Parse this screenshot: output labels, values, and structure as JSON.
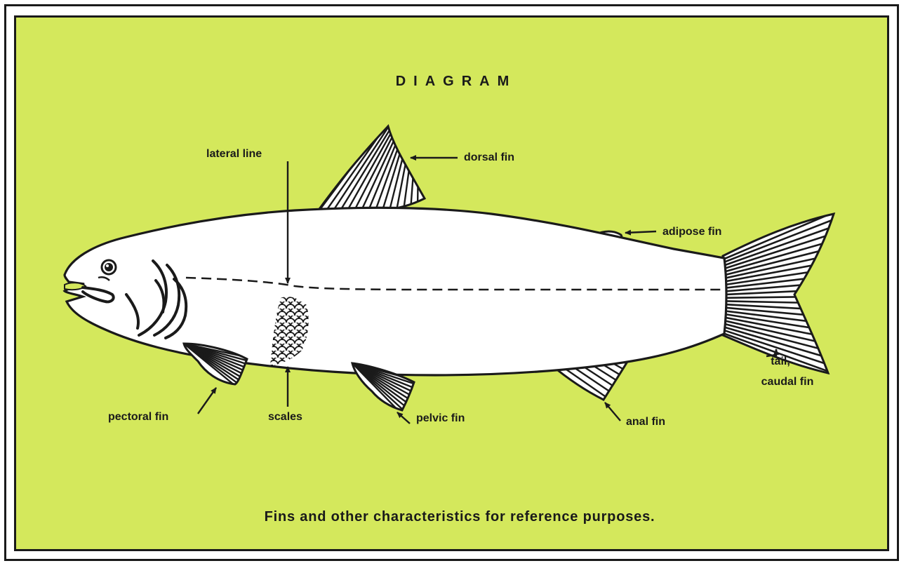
{
  "title": "DIAGRAM",
  "caption": "Fins and other characteristics for reference purposes.",
  "labels": {
    "lateral_line": "lateral line",
    "dorsal_fin": "dorsal fin",
    "adipose_fin": "adipose fin",
    "tail_line1": "tail,",
    "tail_line2": "caudal fin",
    "pectoral_fin": "pectoral fin",
    "scales": "scales",
    "pelvic_fin": "pelvic fin",
    "anal_fin": "anal fin"
  },
  "colors": {
    "panel_background": "#d4e85c",
    "fish_body": "#ffffff",
    "ink": "#1a1a1a",
    "frame": "#1a1a1a"
  },
  "icons": {
    "fish": "fish-illustration",
    "arrows": "leader-arrow"
  }
}
